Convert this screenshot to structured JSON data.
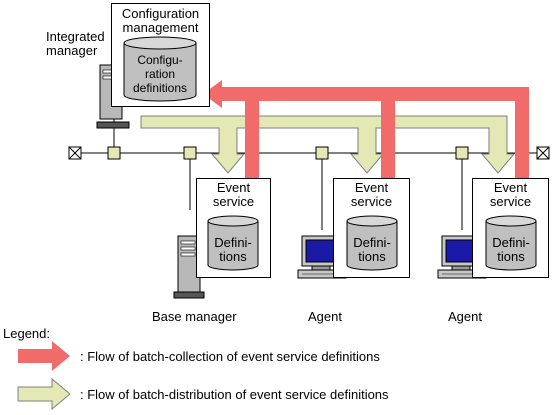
{
  "labels": {
    "integrated_manager": "Integrated\nmanager",
    "base_manager": "Base manager",
    "agent_1": "Agent",
    "agent_2": "Agent",
    "legend": "Legend:"
  },
  "config_box": {
    "title": "Configuration\nmanagement",
    "db": "Configu-\nration\ndefinitions"
  },
  "service_boxes": [
    {
      "title": "Event\nservice",
      "db": "Defini-\ntions"
    },
    {
      "title": "Event\nservice",
      "db": "Defini-\ntions"
    },
    {
      "title": "Event\nservice",
      "db": "Defini-\ntions"
    }
  ],
  "legend_items": [
    {
      "text": ": Flow of batch-collection of event service definitions",
      "color": "#f26b6b"
    },
    {
      "text": ": Flow of batch-distribution of event service definitions",
      "color": "#e4e8b4"
    }
  ],
  "colors": {
    "collect": "#f26b6b",
    "distribute": "#e4e8b4",
    "db_fill": "#c0c0c0",
    "screen": "#1a1aa6"
  }
}
